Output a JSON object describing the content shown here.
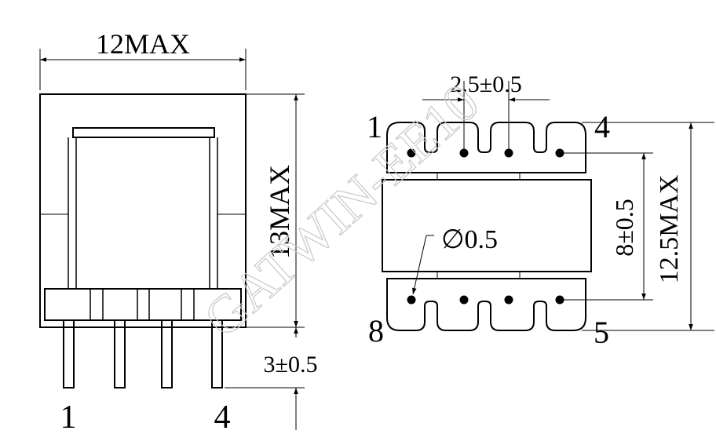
{
  "watermark": "GATWIN-EE10",
  "side_view": {
    "width_dim": "12MAX",
    "height_dim": "13MAX",
    "pin_length_dim": "3±0.5",
    "pin_label_left": "1",
    "pin_label_right": "4"
  },
  "bottom_view": {
    "pitch_dim": "2.5±0.5",
    "hole_dim": "∅0.5",
    "row_spacing_dim": "8±0.5",
    "overall_dim": "12.5MAX",
    "pin_1": "1",
    "pin_4": "4",
    "pin_8": "8",
    "pin_5": "5"
  }
}
